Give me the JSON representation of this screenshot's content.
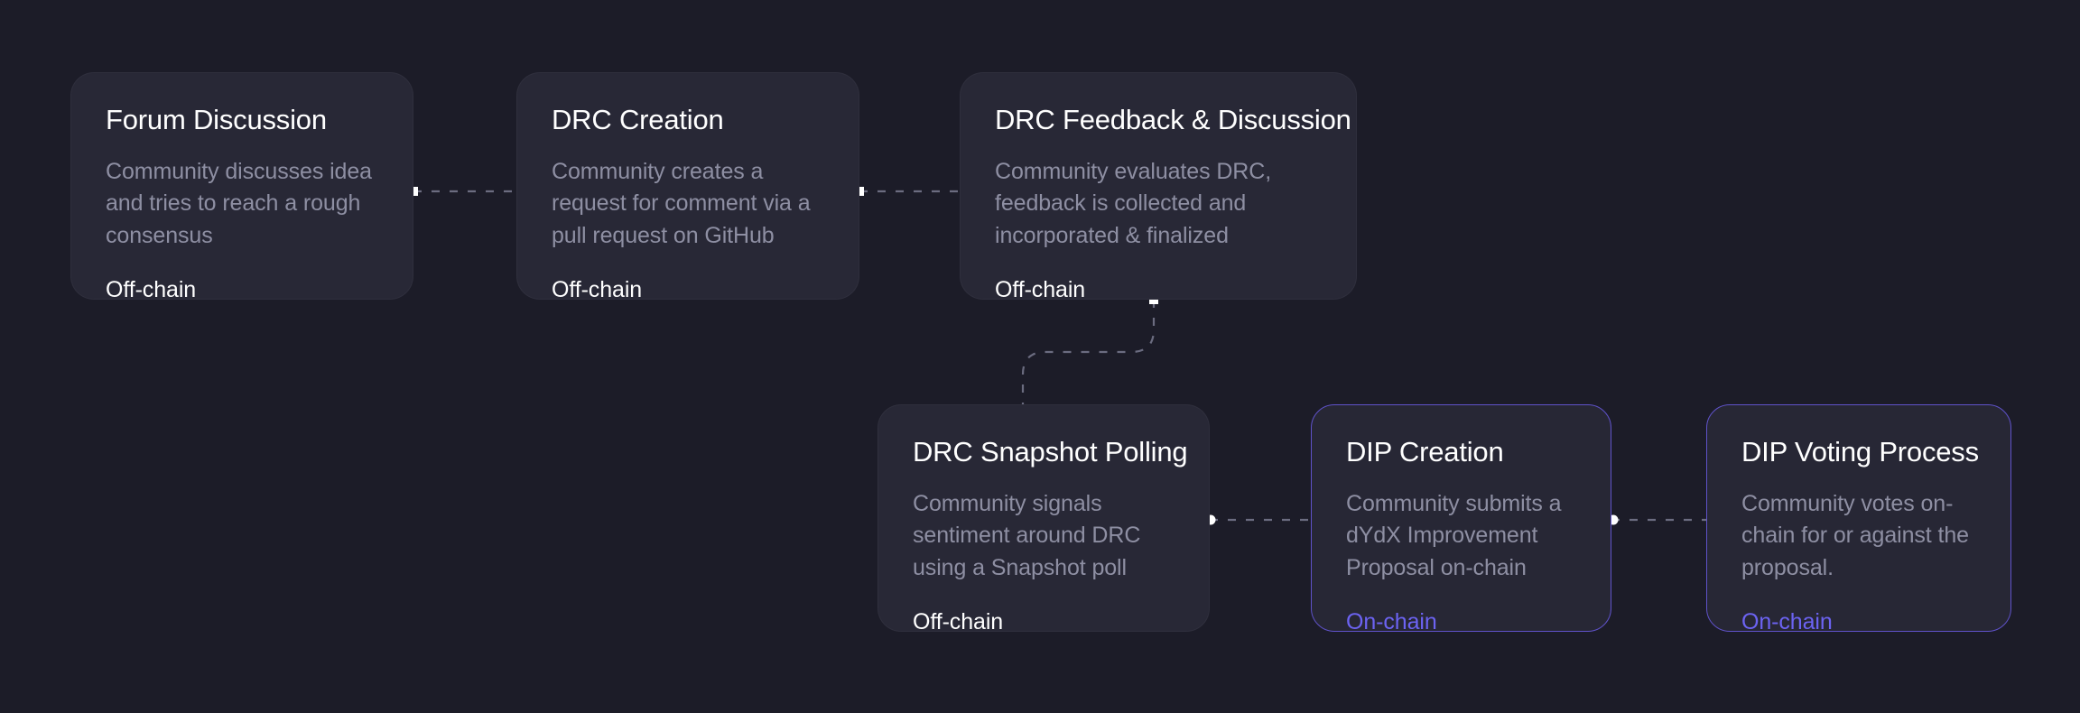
{
  "theme": {
    "page_background": "#1c1c28",
    "card_background": "#282836",
    "card_accent_border": "#5f52c9",
    "title_color": "#ffffff",
    "description_color": "#8e8fa3",
    "onchain_color": "#6c63f2",
    "offchain_color": "#ffffff",
    "connector_color": "#6b6c80",
    "connector_dot_color": "#ffffff"
  },
  "diagram": {
    "type": "flowchart",
    "orientation": "horizontal-wrapping",
    "rows": 2,
    "steps": [
      {
        "id": "forum-discussion",
        "index": 1,
        "title": "Forum Discussion",
        "description": "Community discusses idea and tries to reach a rough consensus",
        "tag": "Off-chain",
        "tag_type": "off-chain",
        "accent": false,
        "row": 1
      },
      {
        "id": "drc-creation",
        "index": 2,
        "title": "DRC Creation",
        "description": "Community creates a request for comment via a pull request on GitHub",
        "tag": "Off-chain",
        "tag_type": "off-chain",
        "accent": false,
        "row": 1
      },
      {
        "id": "drc-feedback-discussion",
        "index": 3,
        "title": "DRC Feedback & Discussion",
        "description": "Community evaluates DRC, feedback is collected and incorporated & finalized",
        "tag": "Off-chain",
        "tag_type": "off-chain",
        "accent": false,
        "row": 1
      },
      {
        "id": "drc-snapshot-polling",
        "index": 4,
        "title": "DRC Snapshot Polling",
        "description": "Community signals sentiment around DRC using a Snapshot poll",
        "tag": "Off-chain",
        "tag_type": "off-chain",
        "accent": false,
        "row": 2
      },
      {
        "id": "dip-creation",
        "index": 5,
        "title": "DIP Creation",
        "description": "Community submits a dYdX Improvement Proposal on-chain",
        "tag": "On-chain",
        "tag_type": "on-chain",
        "accent": true,
        "row": 2
      },
      {
        "id": "dip-voting-process",
        "index": 6,
        "title": "DIP Voting Process",
        "description": "Community votes on-chain for or against the proposal.",
        "tag": "On-chain",
        "tag_type": "on-chain",
        "accent": true,
        "row": 2
      }
    ],
    "connectors": [
      {
        "id": "c1",
        "from": "forum-discussion",
        "to": "drc-creation",
        "style": "dashed-horizontal"
      },
      {
        "id": "c2",
        "from": "drc-creation",
        "to": "drc-feedback-discussion",
        "style": "dashed-horizontal"
      },
      {
        "id": "c3",
        "from": "drc-feedback-discussion",
        "to": "drc-snapshot-polling",
        "style": "dashed-s-curve"
      },
      {
        "id": "c4",
        "from": "drc-snapshot-polling",
        "to": "dip-creation",
        "style": "dashed-horizontal"
      },
      {
        "id": "c5",
        "from": "dip-creation",
        "to": "dip-voting-process",
        "style": "dashed-horizontal"
      }
    ]
  }
}
